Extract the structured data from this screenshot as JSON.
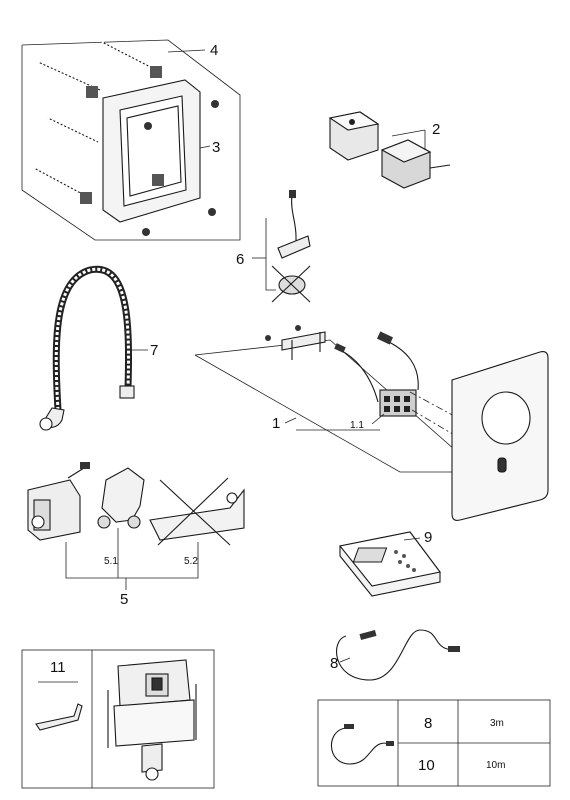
{
  "callouts": {
    "c1": "1",
    "c1_1": "1.1",
    "c2": "2",
    "c3": "3",
    "c4": "4",
    "c5": "5",
    "c5_1": "5.1",
    "c5_2": "5.2",
    "c6": "6",
    "c7": "7",
    "c8": "8",
    "c9": "9"
  },
  "spare_table": {
    "item_number": "11"
  },
  "cable_table": {
    "rows": [
      {
        "part": "8",
        "length": "3m"
      },
      {
        "part": "10",
        "length": "10m"
      }
    ]
  },
  "icons": {
    "excluded_part_mark": "cross-out-icon",
    "sensor_window": "infrared-window-icon",
    "plug": "connector-plug-icon"
  }
}
